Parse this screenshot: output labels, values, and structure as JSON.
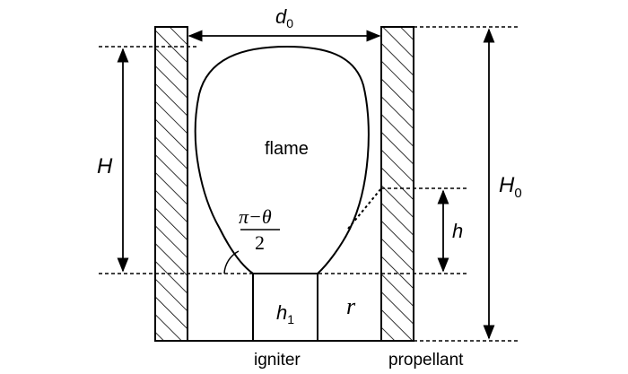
{
  "labels": {
    "d0_main": "d",
    "d0_sub": "0",
    "H": "H",
    "H0_main": "H",
    "H0_sub": "0",
    "h": "h",
    "flame": "flame",
    "angle_num": "π−θ",
    "angle_den": "2",
    "h1_main": "h",
    "h1_sub": "1",
    "r": "r",
    "igniter": "igniter",
    "propellant": "propellant"
  }
}
